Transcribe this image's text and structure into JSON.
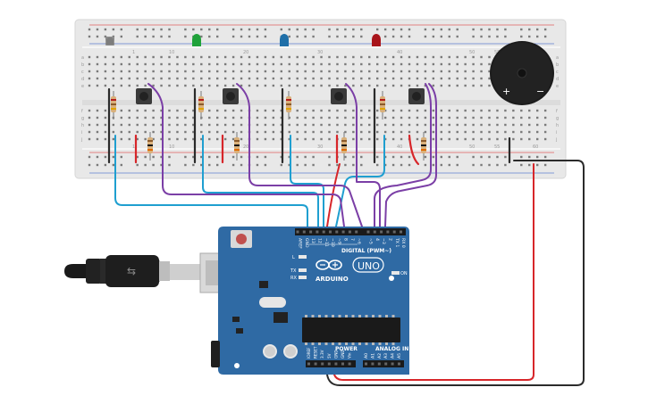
{
  "board": {
    "top_pins": [
      "AREF",
      "GND",
      "13",
      "12",
      "~11",
      "~10",
      "~9",
      "8",
      "7",
      "~6",
      "~5",
      "4",
      "~3",
      "2",
      "TX 1",
      "RX 0"
    ],
    "digital_label": "DIGITAL (PWM~)",
    "brand": "ARDUINO",
    "model": "UNO",
    "on_label": "ON",
    "led_labels": [
      "L",
      "TX",
      "RX"
    ],
    "power_label": "POWER",
    "analog_label": "ANALOG IN",
    "power_pins": [
      "IOREF",
      "RESET",
      "3.3V",
      "5V",
      "GND",
      "GND",
      "Vin"
    ],
    "analog_pins": [
      "A0",
      "A1",
      "A2",
      "A3",
      "A4",
      "A5"
    ]
  },
  "breadboard": {
    "row_letters": [
      "a",
      "b",
      "c",
      "d",
      "e",
      "f",
      "g",
      "h",
      "i",
      "j"
    ],
    "col_numbers": [
      "1",
      "10",
      "20",
      "30",
      "40",
      "50",
      "55",
      "60"
    ]
  },
  "buzzer": {
    "plus": "+",
    "minus": "−"
  },
  "colors": {
    "board": "#2f6aa4",
    "breadboard": "#e9e9e9",
    "wire_blue": "#1f9fd0",
    "wire_purple": "#7b3fa6",
    "wire_red": "#d7262a",
    "wire_black": "#2b2b2b",
    "led_grey": "#8c8c8c",
    "led_green": "#1fa23a",
    "led_blue": "#1f6fa8",
    "led_red": "#b0161a"
  }
}
